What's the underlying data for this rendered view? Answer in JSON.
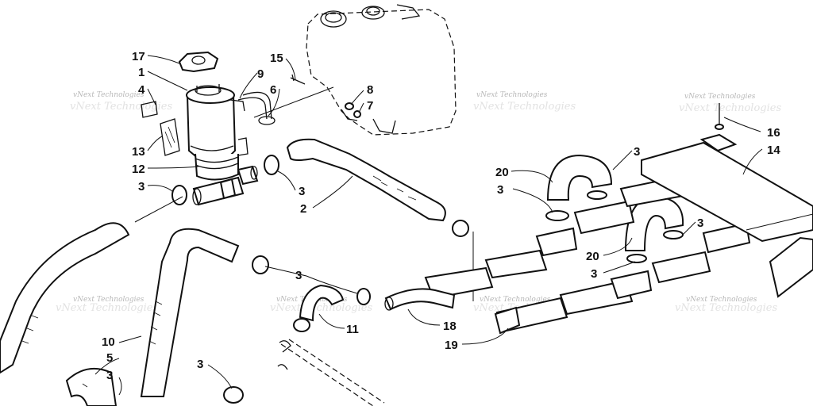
{
  "diagram": {
    "watermark": "vNext Technologies",
    "callouts": [
      {
        "id": "c17",
        "text": "17"
      },
      {
        "id": "c1",
        "text": "1"
      },
      {
        "id": "c4",
        "text": "4"
      },
      {
        "id": "c9",
        "text": "9"
      },
      {
        "id": "c15",
        "text": "15"
      },
      {
        "id": "c6",
        "text": "6"
      },
      {
        "id": "c8",
        "text": "8"
      },
      {
        "id": "c7",
        "text": "7"
      },
      {
        "id": "c13",
        "text": "13"
      },
      {
        "id": "c12",
        "text": "12"
      },
      {
        "id": "c3a",
        "text": "3"
      },
      {
        "id": "c3b",
        "text": "3"
      },
      {
        "id": "c2",
        "text": "2"
      },
      {
        "id": "c20a",
        "text": "20"
      },
      {
        "id": "c3c",
        "text": "3"
      },
      {
        "id": "c3d",
        "text": "3"
      },
      {
        "id": "c16",
        "text": "16"
      },
      {
        "id": "c14",
        "text": "14"
      },
      {
        "id": "c3e",
        "text": "3"
      },
      {
        "id": "c20b",
        "text": "20"
      },
      {
        "id": "c3f",
        "text": "3"
      },
      {
        "id": "c3g",
        "text": "3"
      },
      {
        "id": "c11",
        "text": "11"
      },
      {
        "id": "c18",
        "text": "18"
      },
      {
        "id": "c19",
        "text": "19"
      },
      {
        "id": "c10",
        "text": "10"
      },
      {
        "id": "c5",
        "text": "5"
      },
      {
        "id": "c3h",
        "text": "3"
      },
      {
        "id": "c3i",
        "text": "3"
      }
    ]
  }
}
